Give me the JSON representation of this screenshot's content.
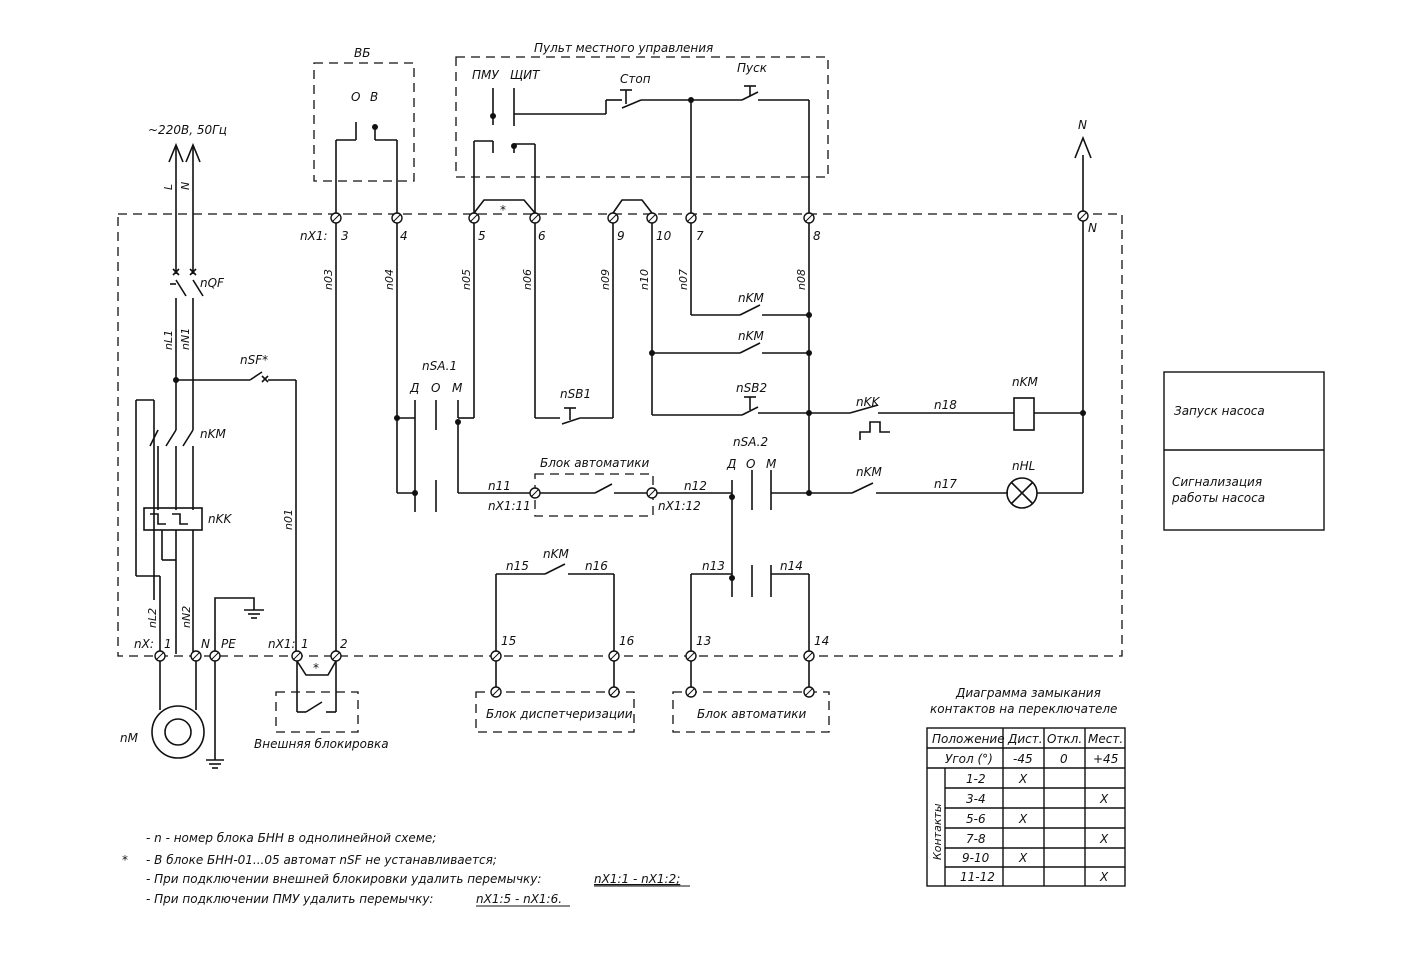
{
  "panel": {
    "title": "Пульт местного управления",
    "pmu": "ПМУ",
    "shchit": "ЩИТ",
    "stop": "Стоп",
    "start": "Пуск"
  },
  "vb": {
    "title": "ВБ",
    "o": "О",
    "v": "В"
  },
  "supply": {
    "label": "~220В, 50Гц",
    "L": "L",
    "N": "N"
  },
  "neutral_right": {
    "N_top": "N",
    "N_term": "N"
  },
  "terminals_top": {
    "prefix": "nX1:",
    "t3": "3",
    "t4": "4",
    "t5": "5",
    "t6": "6",
    "t9": "9",
    "t10": "10",
    "t7": "7",
    "t8": "8",
    "star": "*"
  },
  "wires": {
    "n03": "n03",
    "n04": "n04",
    "n05": "n05",
    "n06": "n06",
    "n09": "n09",
    "n10": "n10",
    "n07": "n07",
    "n08": "n08",
    "nL1": "nL1",
    "nN1": "nN1",
    "n01": "n01",
    "nL2": "nL2",
    "nN2": "nN2",
    "n11": "n11",
    "n12": "n12",
    "n13": "n13",
    "n14": "n14",
    "n15": "n15",
    "n16": "n16",
    "n17": "n17",
    "n18": "n18"
  },
  "devices": {
    "nQF": "nQF",
    "nSF": "nSF*",
    "nKM_power": "nKM",
    "nKK_power": "nKK",
    "nSA1": "nSA.1",
    "nSA2": "nSA.2",
    "D": "Д",
    "O": "О",
    "M": "М",
    "nSB1": "nSB1",
    "nSB2": "nSB2",
    "nKM1": "nKM",
    "nKM2": "nKM",
    "nKK_coil": "nKK",
    "nKM_coil": "nKM",
    "nKM3": "nKM",
    "nHL": "nHL",
    "nKM4": "nKM",
    "nM": "nM"
  },
  "automation_top": {
    "title": "Блок автоматики",
    "left": "nX1:11",
    "right": "nX1:12"
  },
  "bottom_terminals": {
    "nX": "nX:",
    "t1": "1",
    "N": "N",
    "PE": "PE",
    "nX1": "nX1:",
    "b1": "1",
    "b2": "2",
    "star": "*"
  },
  "blocks": {
    "external_lock": "Внешняя блокировка",
    "dispatch": "Блок диспетчеризации",
    "automation": "Блок автоматики",
    "t15": "15",
    "t16": "16",
    "t13": "13",
    "t14": "14"
  },
  "legend": {
    "row1": "Запуск насоса",
    "row2a": "Сигнализация",
    "row2b": "работы насоса"
  },
  "table": {
    "title1": "Диаграмма замыкания",
    "title2": "контактов на переключателе",
    "headers": [
      "Положение",
      "Дист.",
      "Откл.",
      "Мест."
    ],
    "angle_label": "Угол (°)",
    "angles": [
      "-45",
      "0",
      "+45"
    ],
    "side_label": "Контакты",
    "rows": [
      {
        "contacts": "1-2",
        "dist": "X",
        "off": "",
        "loc": ""
      },
      {
        "contacts": "3-4",
        "dist": "",
        "off": "",
        "loc": "X"
      },
      {
        "contacts": "5-6",
        "dist": "X",
        "off": "",
        "loc": ""
      },
      {
        "contacts": "7-8",
        "dist": "",
        "off": "",
        "loc": "X"
      },
      {
        "contacts": "9-10",
        "dist": "X",
        "off": "",
        "loc": ""
      },
      {
        "contacts": "11-12",
        "dist": "",
        "off": "",
        "loc": "X"
      }
    ]
  },
  "notes": {
    "n1": "- n - номер блока БНН в однолинейной схеме;",
    "n2_star": "*",
    "n2": "- В блоке БНН-01...05 автомат nSF не устанавливается;",
    "n3a": "- При подключении внешней блокировки удалить перемычку:",
    "n3b": "nX1:1 - nX1:2;",
    "n4a": "- При подключении ПМУ удалить перемычку:",
    "n4b": "nX1:5 - nX1:6."
  }
}
